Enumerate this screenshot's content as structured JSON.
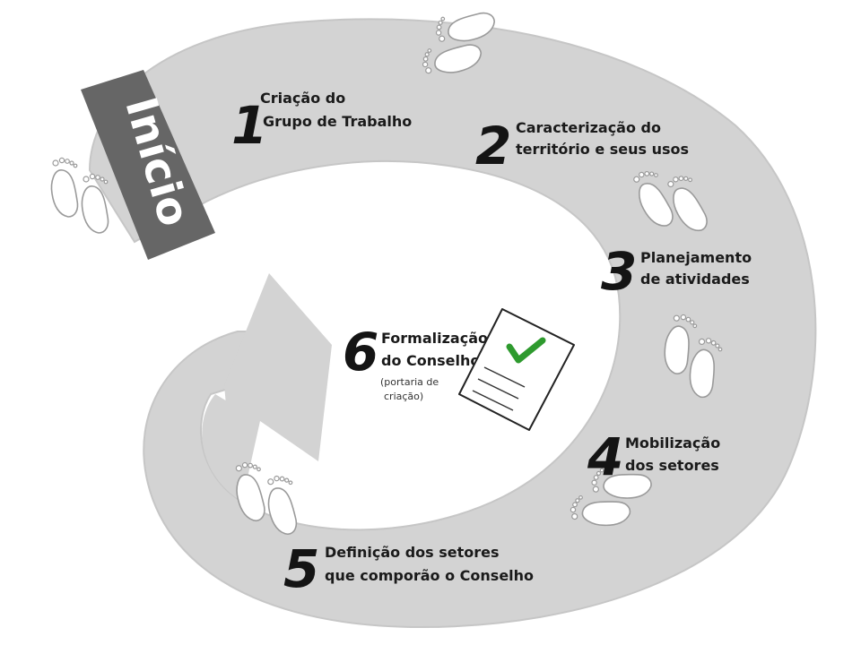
{
  "start": {
    "label": "Início"
  },
  "steps": [
    {
      "number": "1",
      "lines": [
        "Criação do",
        "Grupo de Trabalho"
      ]
    },
    {
      "number": "2",
      "lines": [
        "Caracterização do",
        "território e seus usos"
      ]
    },
    {
      "number": "3",
      "lines": [
        "Planejamento",
        "de atividades"
      ]
    },
    {
      "number": "4",
      "lines": [
        "Mobilização",
        "dos setores"
      ]
    },
    {
      "number": "5",
      "lines": [
        "Definição dos setores",
        "que comporão o Conselho"
      ]
    },
    {
      "number": "6",
      "lines": [
        "Formalização",
        "do Conselho"
      ],
      "note": [
        "(portaria de",
        "criação)"
      ]
    }
  ],
  "colors": {
    "path": "#d3d3d3",
    "start_box": "#666666",
    "check": "#2e9a2e",
    "text": "#1a1a1a"
  },
  "icons": [
    "footprints-icon",
    "document-icon",
    "checkmark-icon",
    "arrow-icon"
  ]
}
